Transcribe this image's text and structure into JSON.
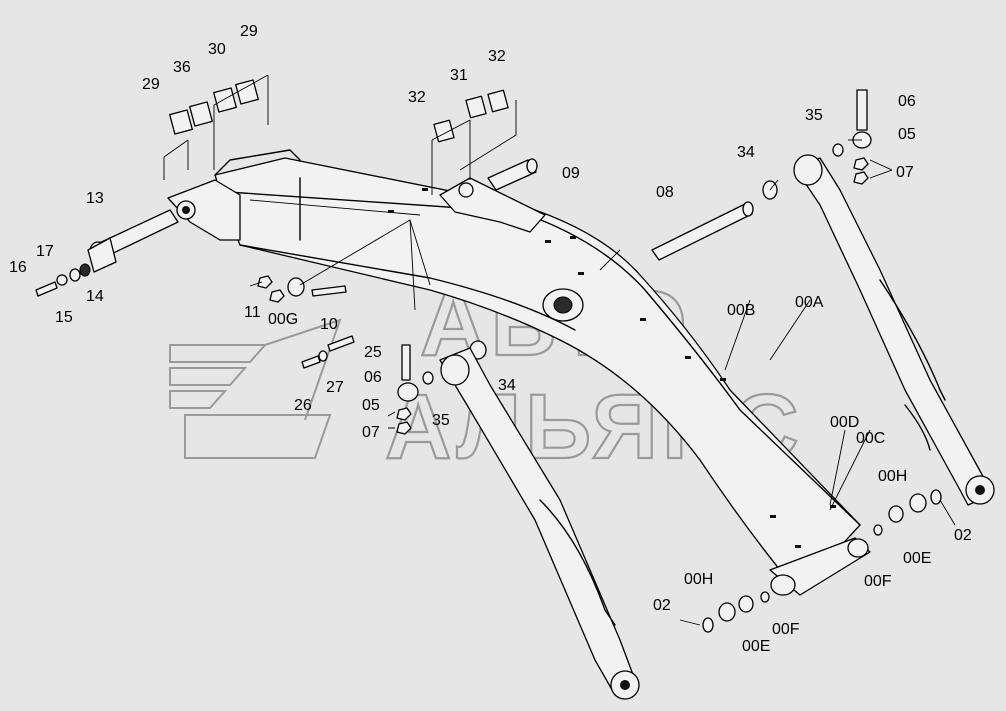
{
  "watermark": {
    "line1": "АВТО",
    "line2": "АЛЬЯНС"
  },
  "labels": {
    "l29a": "29",
    "l36": "36",
    "l30": "30",
    "l29b": "29",
    "l32a": "32",
    "l31": "31",
    "l32b": "32",
    "l09": "09",
    "l13": "13",
    "l17": "17",
    "l16": "16",
    "l14": "14",
    "l15": "15",
    "l11": "11",
    "l00G": "00G",
    "l10": "10",
    "l25": "25",
    "l06a": "06",
    "l27": "27",
    "l26": "26",
    "l05a": "05",
    "l35a": "35",
    "l07a": "07",
    "l34a": "34",
    "l08": "08",
    "l34b": "34",
    "l35b": "35",
    "l06b": "06",
    "l05b": "05",
    "l07b": "07",
    "l00B": "00B",
    "l00A": "00A",
    "l00D": "00D",
    "l00C": "00C",
    "l00H1": "00H",
    "l02a": "02",
    "l00E1": "00E",
    "l00F1": "00F",
    "l00H2": "00H",
    "l02b": "02",
    "l00E2": "00E",
    "l00F2": "00F"
  }
}
